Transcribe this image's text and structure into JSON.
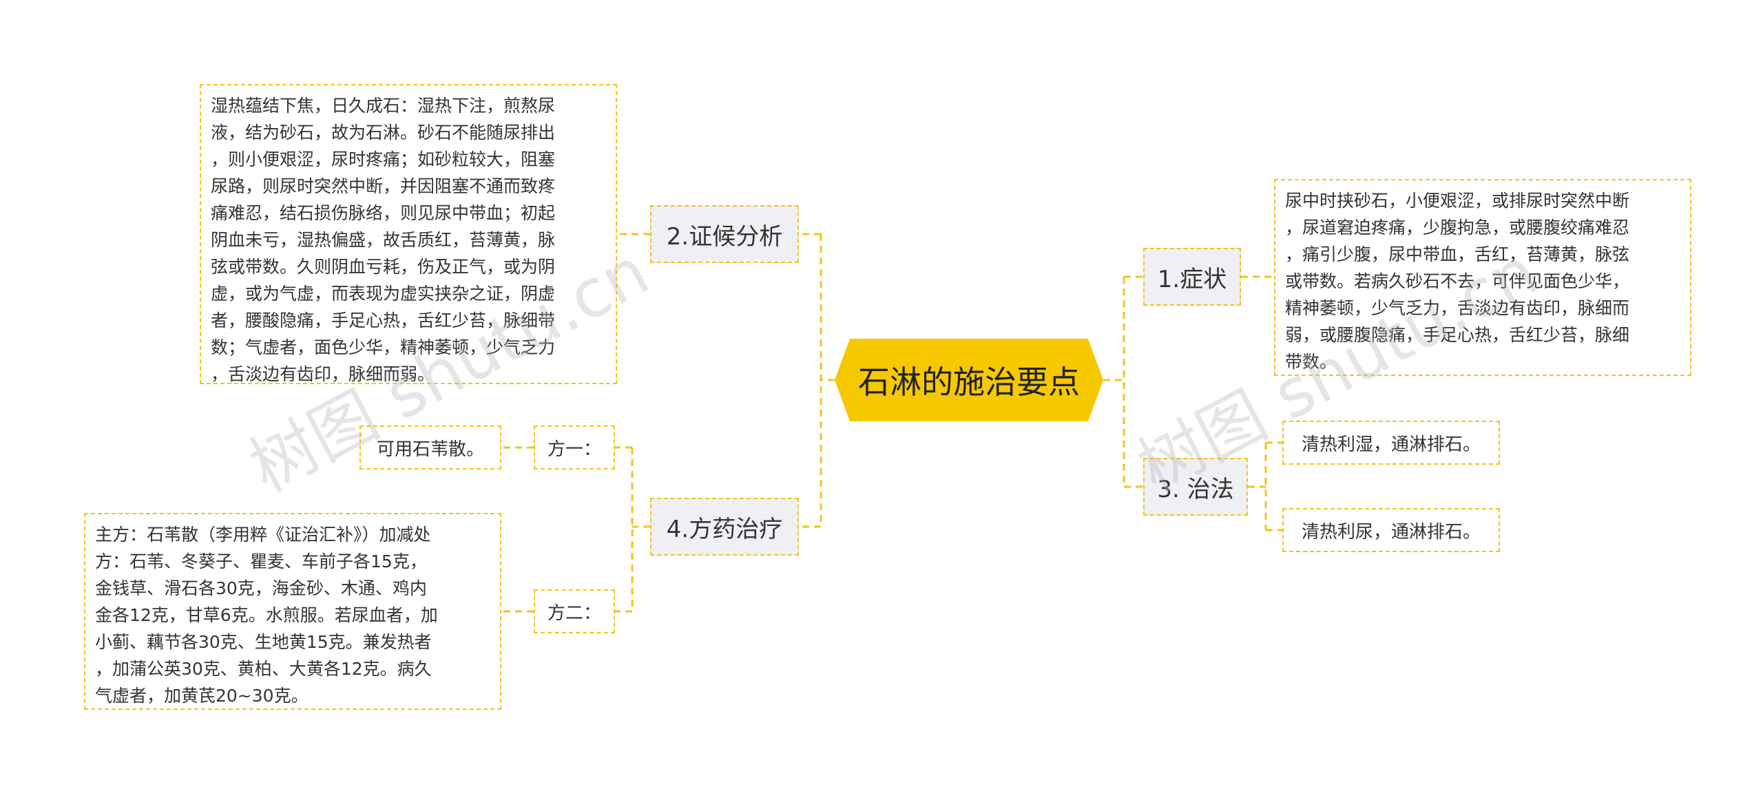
{
  "central": {
    "label": "石淋的施治要点"
  },
  "branches": {
    "syndrome": {
      "label": "2.证候分析",
      "detail": [
        "湿热蕴结下焦，日久成石：湿热下注，煎熬尿",
        "液，结为砂石，故为石淋。砂石不能随尿排出",
        "，则小便艰涩，尿时疼痛；如砂粒较大，阻塞",
        "尿路，则尿时突然中断，并因阻塞不通而致疼",
        "痛难忍，结石损伤脉络，则见尿中带血；初起",
        "阴血未亏，湿热偏盛，故舌质红，苔薄黄，脉",
        "弦或带数。久则阴血亏耗，伤及正气，或为阴",
        "虚，或为气虚，而表现为虚实挟杂之证，阴虚",
        "者，腰酸隐痛，手足心热，舌红少苔，脉细带",
        "数；气虚者，面色少华，精神萎顿，少气乏力",
        "，舌淡边有齿印，脉细而弱。"
      ]
    },
    "prescription": {
      "label": "4.方药治疗",
      "option1": {
        "label": "方一：",
        "detail": "可用石苇散。"
      },
      "option2": {
        "label": "方二：",
        "detail": [
          "主方：石苇散（李用粹《证治汇补》）加减处",
          "方：石苇、冬葵子、瞿麦、车前子各15克，",
          "金钱草、滑石各30克，海金砂、木通、鸡内",
          "金各12克，甘草6克。水煎服。若尿血者，加",
          "小蓟、藕节各30克、生地黄15克。兼发热者",
          "，加蒲公英30克、黄柏、大黄各12克。病久",
          "气虚者，加黄芪20~30克。"
        ]
      }
    },
    "symptoms": {
      "label": "1.症状",
      "detail": [
        "尿中时挟砂石，小便艰涩，或排尿时突然中断",
        "，尿道窘迫疼痛，少腹拘急，或腰腹绞痛难忍",
        "，痛引少腹，尿中带血，舌红，苔薄黄，脉弦",
        "或带数。若病久砂石不去，可伴见面色少华，",
        "精神萎顿，少气乏力，舌淡边有齿印，脉细而",
        "弱，或腰腹隐痛，手足心热，舌红少苔，脉细",
        "带数。"
      ]
    },
    "treatment": {
      "label": "3. 治法",
      "items": [
        "清热利湿，通淋排石。",
        "清热利尿，通淋排石。"
      ]
    }
  },
  "watermark": "树图 shutu.cn",
  "colors": {
    "accent": "#f2c31e",
    "branch_bg": "#eef0f3",
    "central_fill": "#f5c800"
  }
}
